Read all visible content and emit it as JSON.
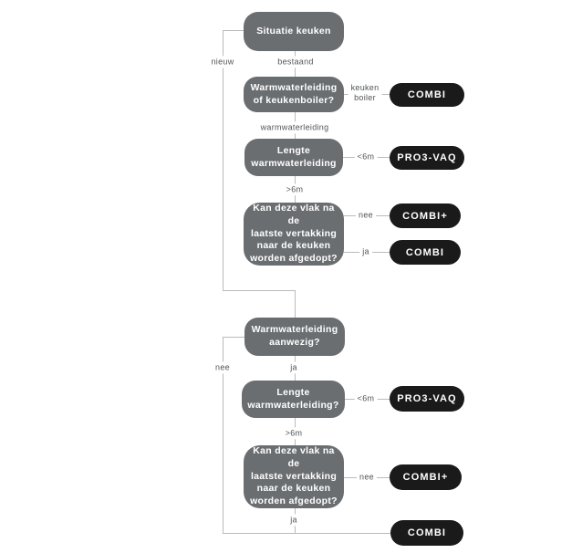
{
  "diagram": {
    "title": "Keuken warmwater keuzeschema",
    "colors": {
      "background": "#ffffff",
      "decision_box": "#6b6e71",
      "result_pill": "#1a1a1a",
      "connector_line": "#b9babb",
      "edge_label_text": "#515456",
      "box_text": "#ffffff"
    },
    "nodes": [
      {
        "id": "situatie-keuken",
        "label": "Situatie keuken"
      },
      {
        "id": "warmwaterleiding-of-keukenboiler",
        "label": "Warmwaterleiding\nof keukenboiler?"
      },
      {
        "id": "lengte-warmwaterleiding-1",
        "label": "Lengte\nwarmwaterleiding"
      },
      {
        "id": "afdop-vraag-1",
        "label": "Kan deze vlak na de\nlaatste vertakking\nnaar de keuken\nworden afgedopt?"
      },
      {
        "id": "warmwaterleiding-aanwezig",
        "label": "Warmwaterleiding\naanwezig?"
      },
      {
        "id": "lengte-warmwaterleiding-2",
        "label": "Lengte\nwarmwaterleiding?"
      },
      {
        "id": "afdop-vraag-2",
        "label": "Kan deze vlak na de\nlaatste vertakking\nnaar de keuken\nworden afgedopt?"
      }
    ],
    "results": [
      {
        "id": "combi-1",
        "label": "COMBI"
      },
      {
        "id": "pro3vaq-1",
        "label": "PRO3-VAQ"
      },
      {
        "id": "combi-plus-1",
        "label": "COMBI+"
      },
      {
        "id": "combi-2",
        "label": "COMBI"
      },
      {
        "id": "pro3vaq-2",
        "label": "PRO3-VAQ"
      },
      {
        "id": "combi-plus-2",
        "label": "COMBI+"
      },
      {
        "id": "combi-3",
        "label": "COMBI"
      }
    ],
    "edge_labels": [
      {
        "id": "nieuw",
        "label": "nieuw"
      },
      {
        "id": "bestaand",
        "label": "bestaand"
      },
      {
        "id": "keuken-boiler",
        "label": "keuken\nboiler"
      },
      {
        "id": "warmwaterleiding",
        "label": "warmwaterleiding"
      },
      {
        "id": "kleiner-6m-1",
        "label": "<6m"
      },
      {
        "id": "groter-6m-1",
        "label": ">6m"
      },
      {
        "id": "nee-1",
        "label": "nee"
      },
      {
        "id": "ja-1",
        "label": "ja"
      },
      {
        "id": "nee-2",
        "label": "nee"
      },
      {
        "id": "ja-2",
        "label": "ja"
      },
      {
        "id": "kleiner-6m-2",
        "label": "<6m"
      },
      {
        "id": "groter-6m-2",
        "label": ">6m"
      },
      {
        "id": "nee-3",
        "label": "nee"
      },
      {
        "id": "ja-3",
        "label": "ja"
      }
    ]
  }
}
